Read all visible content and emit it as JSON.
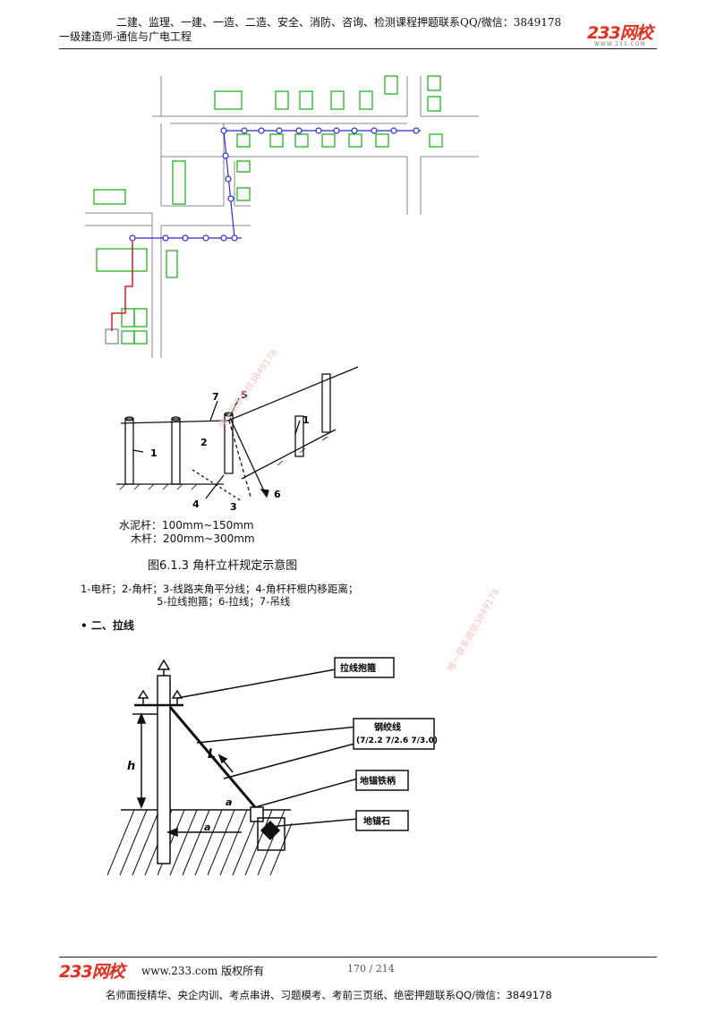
{
  "header": {
    "line1": "二建、监理、一建、一造、二造、安全、消防、咨询、检测课程押题联系QQ/微信：3849178",
    "line2": "一级建造师-通信与广电工程",
    "logo": "233网校",
    "logo_sub": "WWW.233.COM"
  },
  "figure_613": {
    "labels": [
      "7",
      "5",
      "2",
      "1",
      "1",
      "4",
      "3",
      "6"
    ],
    "dim_line1": "水泥杆：100mm~150mm",
    "dim_line2": "木杆：200mm~300mm",
    "caption": "图6.1.3  角杆立杆规定示意图",
    "legend_line1": "1-电杆；2-角杆；3-线路夹角平分线；4-角杆杆根内移距离；",
    "legend_line2": "5-拉线抱箍；6-拉线；7-吊线"
  },
  "section": {
    "bullet": "•",
    "title": "二、拉线"
  },
  "guy_figure": {
    "callouts": [
      "拉线抱箍",
      "钢绞线",
      "(7/2.2 7/2.6 7/3.0)",
      "地锚铁柄",
      "地锚石"
    ],
    "letters": [
      "L",
      "h",
      "a",
      "a"
    ]
  },
  "watermarks": [
    "唯一联系微信3849178",
    "唯一联系微信3849178"
  ],
  "footer": {
    "logo": "233网校",
    "site": "www.233.com 版权所有",
    "page": "170 / 214",
    "bottom": "名师面授精华、央企内训、考点串讲、习题模考、考前三页纸、绝密押题联系QQ/微信：3849178"
  },
  "colors": {
    "brand_red": "#e0301e",
    "route_blue": "#2a2ad0",
    "building_green": "#1fb51f",
    "route_red": "#e01a1a",
    "watermark": "#f2c4c4"
  }
}
